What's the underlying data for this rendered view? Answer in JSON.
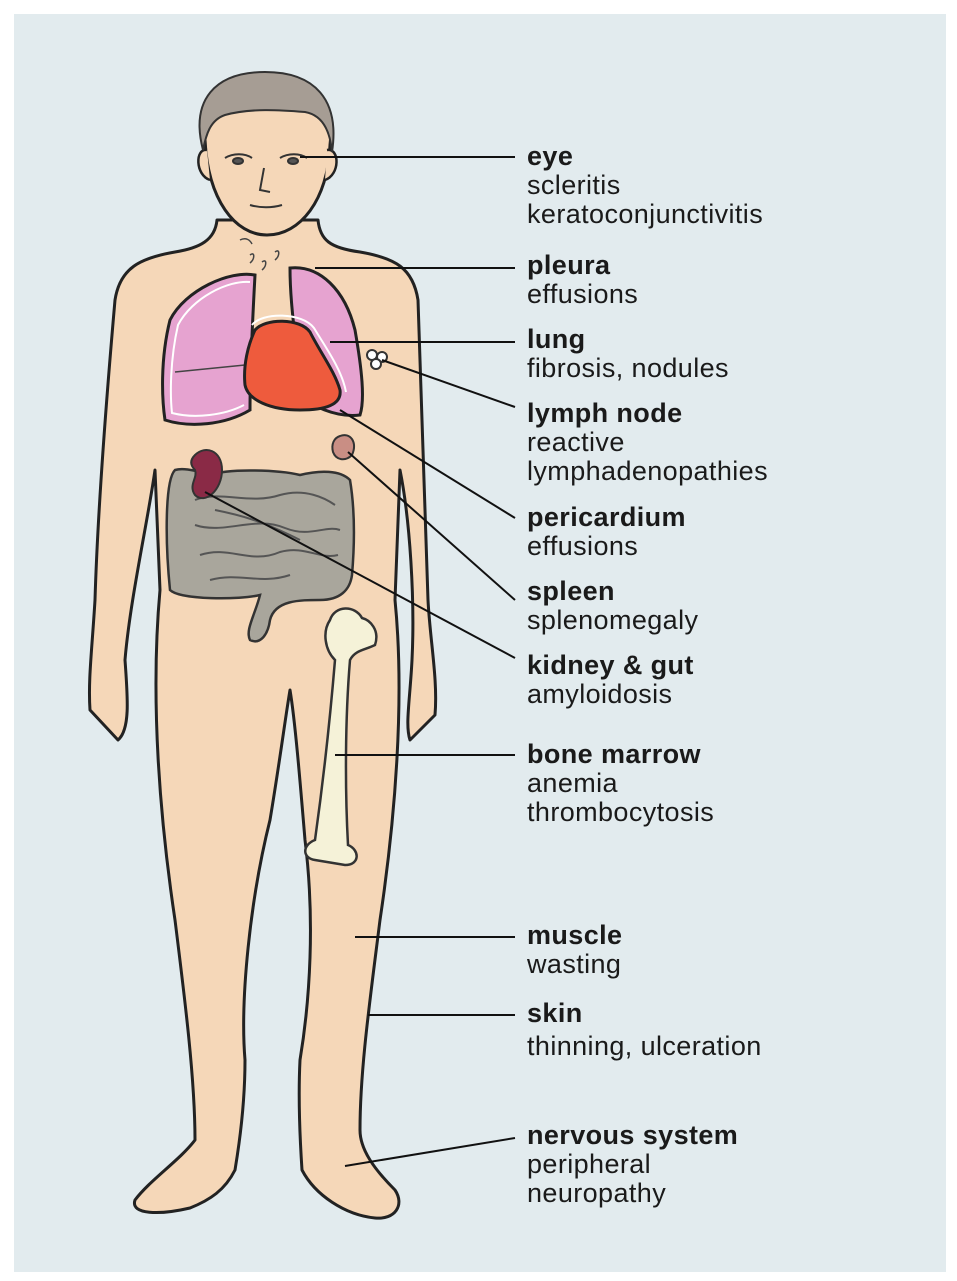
{
  "annotations": [
    {
      "name": "eye",
      "detail": "scleritis\nkeratoconjunctivitis"
    },
    {
      "name": "pleura",
      "detail": "effusions"
    },
    {
      "name": "lung",
      "detail": "fibrosis, nodules"
    },
    {
      "name": "lymph node",
      "detail": "reactive\nlymphadenopathies"
    },
    {
      "name": "pericardium",
      "detail": "effusions"
    },
    {
      "name": "spleen",
      "detail": "splenomegaly"
    },
    {
      "name": "kidney & gut",
      "detail": "amyloidosis"
    },
    {
      "name": "bone marrow",
      "detail": "anemia\nthrombocytosis"
    },
    {
      "name": "muscle",
      "detail": "wasting"
    },
    {
      "name": "skin",
      "detail": "thinning, ulceration"
    },
    {
      "name": "nervous system",
      "detail": "peripheral\nneuropathy"
    }
  ],
  "colors": {
    "background": "#e2ebee",
    "skin": "#f5d7b8",
    "hair": "#a69d94",
    "lung": "#e6a3d0",
    "heart": "#ee5b3d",
    "gut": "#a9a69c",
    "kidney": "#8a2a46",
    "spleen": "#c98e84",
    "bone": "#f5f2d8"
  }
}
